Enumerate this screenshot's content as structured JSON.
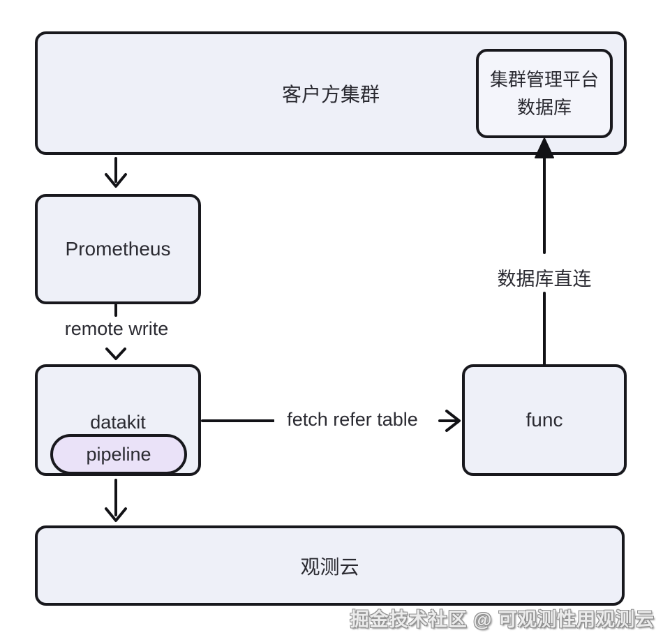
{
  "diagram": {
    "nodes": {
      "customer_cluster": {
        "label": "客户方集群"
      },
      "cluster_db": {
        "label_line1": "集群管理平台",
        "label_line2": "数据库"
      },
      "prometheus": {
        "label": "Prometheus"
      },
      "datakit": {
        "label": "datakit"
      },
      "pipeline": {
        "label": "pipeline"
      },
      "func": {
        "label": "func"
      },
      "guance": {
        "label": "观测云"
      }
    },
    "edges": {
      "cluster_to_prometheus": {
        "label": ""
      },
      "prometheus_to_datakit": {
        "label": "remote write"
      },
      "datakit_to_func": {
        "label": "fetch refer table"
      },
      "func_to_db": {
        "label": "数据库直连"
      },
      "datakit_to_guance": {
        "label": ""
      }
    },
    "colors": {
      "node_fill": "#eef0f8",
      "nested_node_fill": "#f4f5fb",
      "pipeline_fill": "#eae2f8",
      "stroke": "#18181d",
      "text": "#2a2a31",
      "background": "#ffffff"
    },
    "watermark": "掘金技术社区 @ 可观测性用观测云"
  }
}
